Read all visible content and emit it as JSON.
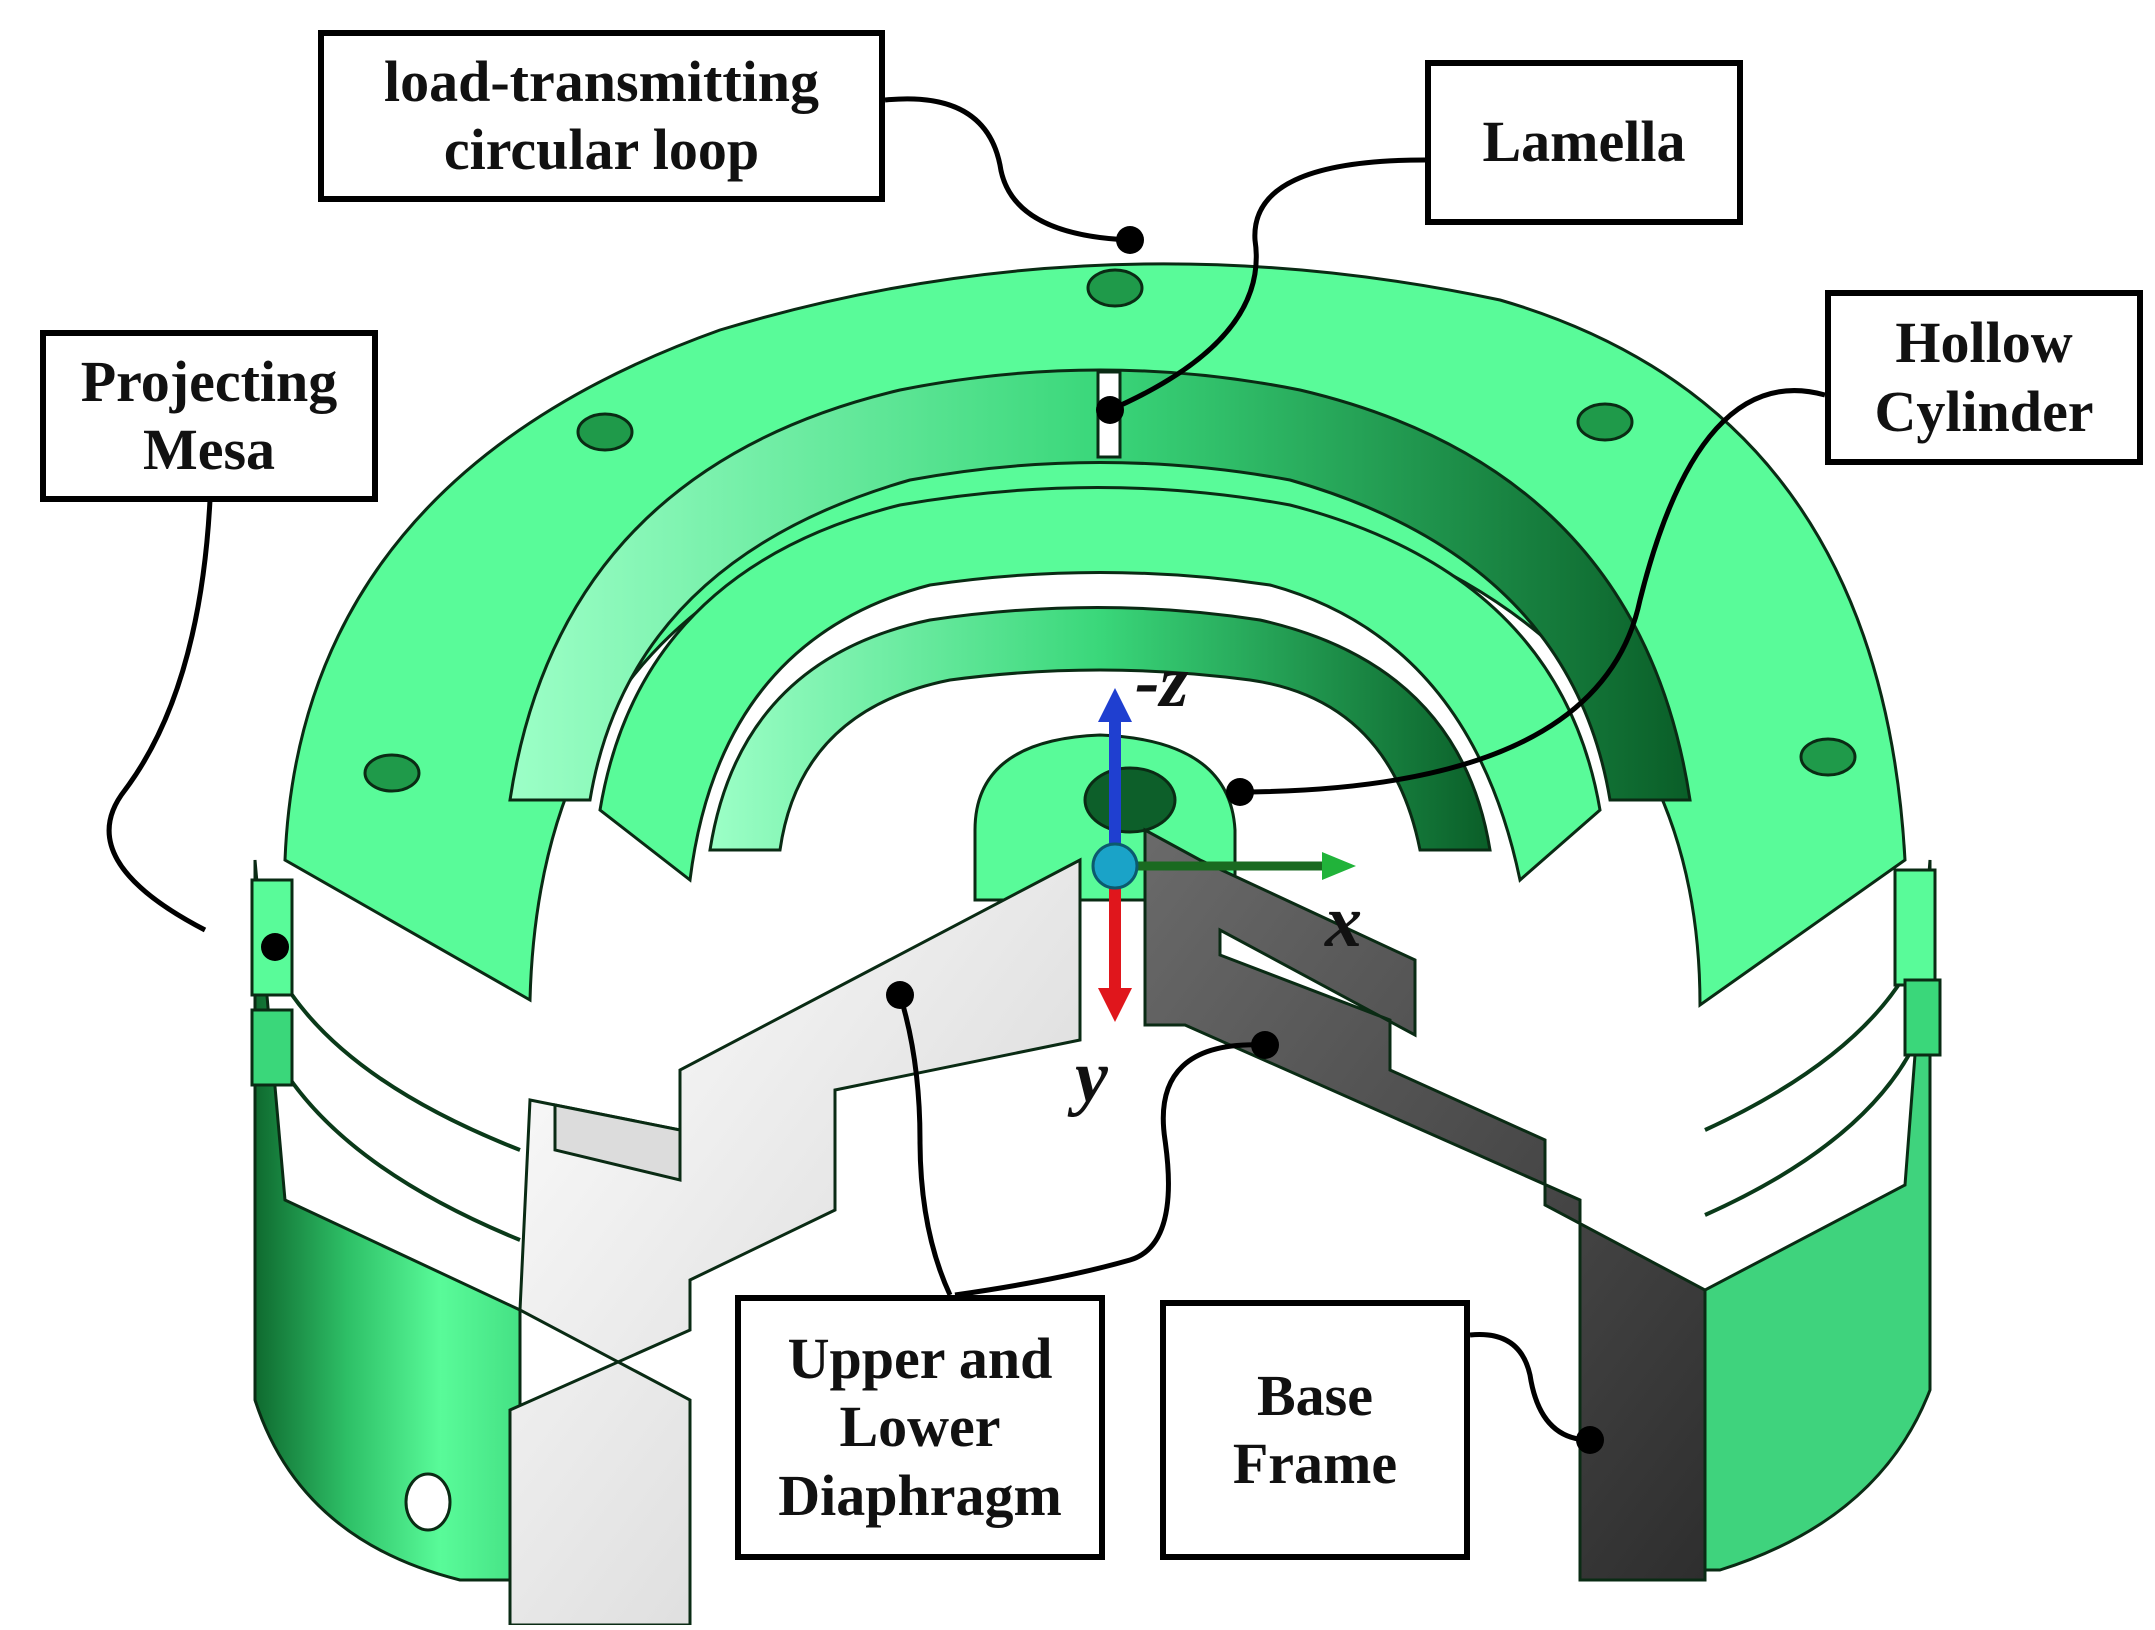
{
  "labels": {
    "load_loop": [
      "load-transmitting",
      "circular loop"
    ],
    "lamella": [
      "Lamella"
    ],
    "hollow_cylinder": [
      "Hollow",
      "Cylinder"
    ],
    "projecting_mesa": [
      "Projecting",
      "Mesa"
    ],
    "diaphragm": [
      "Upper and",
      "Lower",
      "Diaphragm"
    ],
    "base_frame": [
      "Base",
      "Frame"
    ]
  },
  "axes": {
    "neg_z": "-z",
    "x": "x",
    "y": "y"
  },
  "colors": {
    "body_green": "#59fb99",
    "dark_green": "#1f9a4a",
    "shadow_green": "#0c6b2e",
    "cut_face_light": "#e6e6e6",
    "cut_face_dark": "#4a4a4a",
    "axis_z": "#1f3fd0",
    "axis_y": "#e0161c",
    "axis_x": "#1a8a2a",
    "origin": "#1aa3c8"
  }
}
